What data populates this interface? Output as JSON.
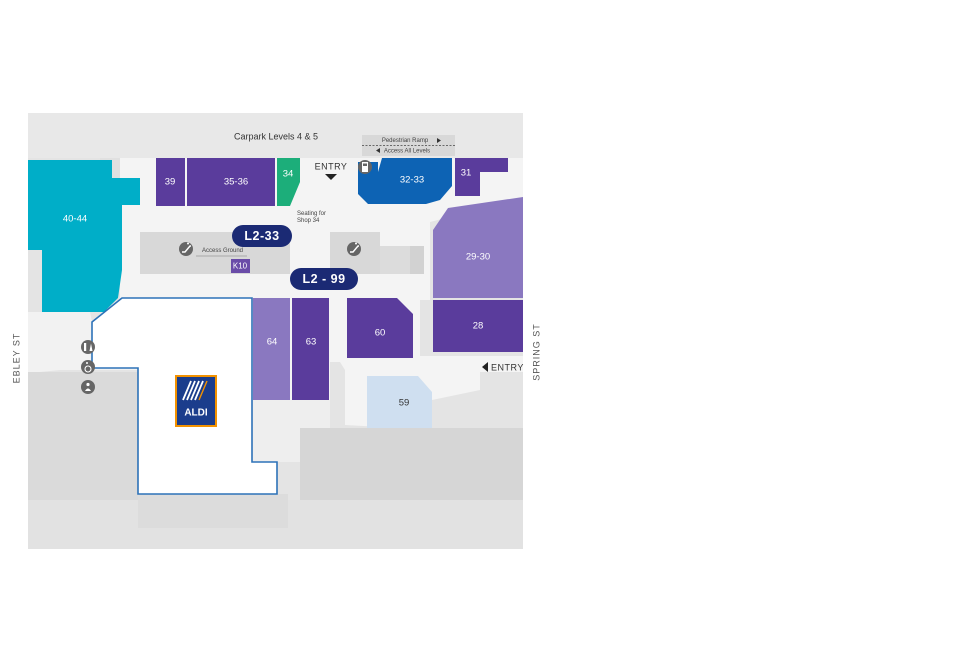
{
  "header": {
    "carpark_label": "Carpark Levels 4 & 5",
    "ramp_label": "Pedestrian Ramp",
    "access_all_label": "Access All Levels"
  },
  "entries": {
    "top": "ENTRY",
    "right": "ENTRY"
  },
  "streets": {
    "left": "EBLEY ST",
    "right": "SPRING ST"
  },
  "shops": {
    "s39": "39",
    "s35_36": "35-36",
    "s34": "34",
    "s32_33": "32-33",
    "s31": "31",
    "s40_44": "40-44",
    "s29_30": "29-30",
    "s28": "28",
    "s64": "64",
    "s63": "63",
    "s60": "60",
    "s59": "59",
    "k10": "K10"
  },
  "notes": {
    "seating": [
      "Seating for",
      "Shop 34"
    ],
    "access_ground": "Access Ground"
  },
  "markers": {
    "l2_33": "L2-33",
    "l2_99": "L2 - 99"
  },
  "anchor_store": {
    "logo_text": "ALDI"
  },
  "colors": {
    "background": "#e4e4e4",
    "walkway": "#f4f4f4",
    "service": "#d6d6d6",
    "purple_dark": "#5a3c9c",
    "purple_mid": "#6a4ca8",
    "purple_light": "#8a78c0",
    "teal": "#00aec8",
    "green": "#1cae7a",
    "blue": "#0d63b4",
    "light_blue": "#cfdff0",
    "marker": "#1b2a74",
    "aldi_blue": "#1b3d8c",
    "aldi_orange": "#f39200",
    "aldi_outline": "#2d72b8"
  },
  "icons": [
    "escalator-icon",
    "toilets-icon",
    "accessible-icon",
    "baby-change-icon",
    "parking-pay-icon",
    "arrow-down-icon",
    "arrow-left-icon",
    "arrow-right-icon"
  ]
}
